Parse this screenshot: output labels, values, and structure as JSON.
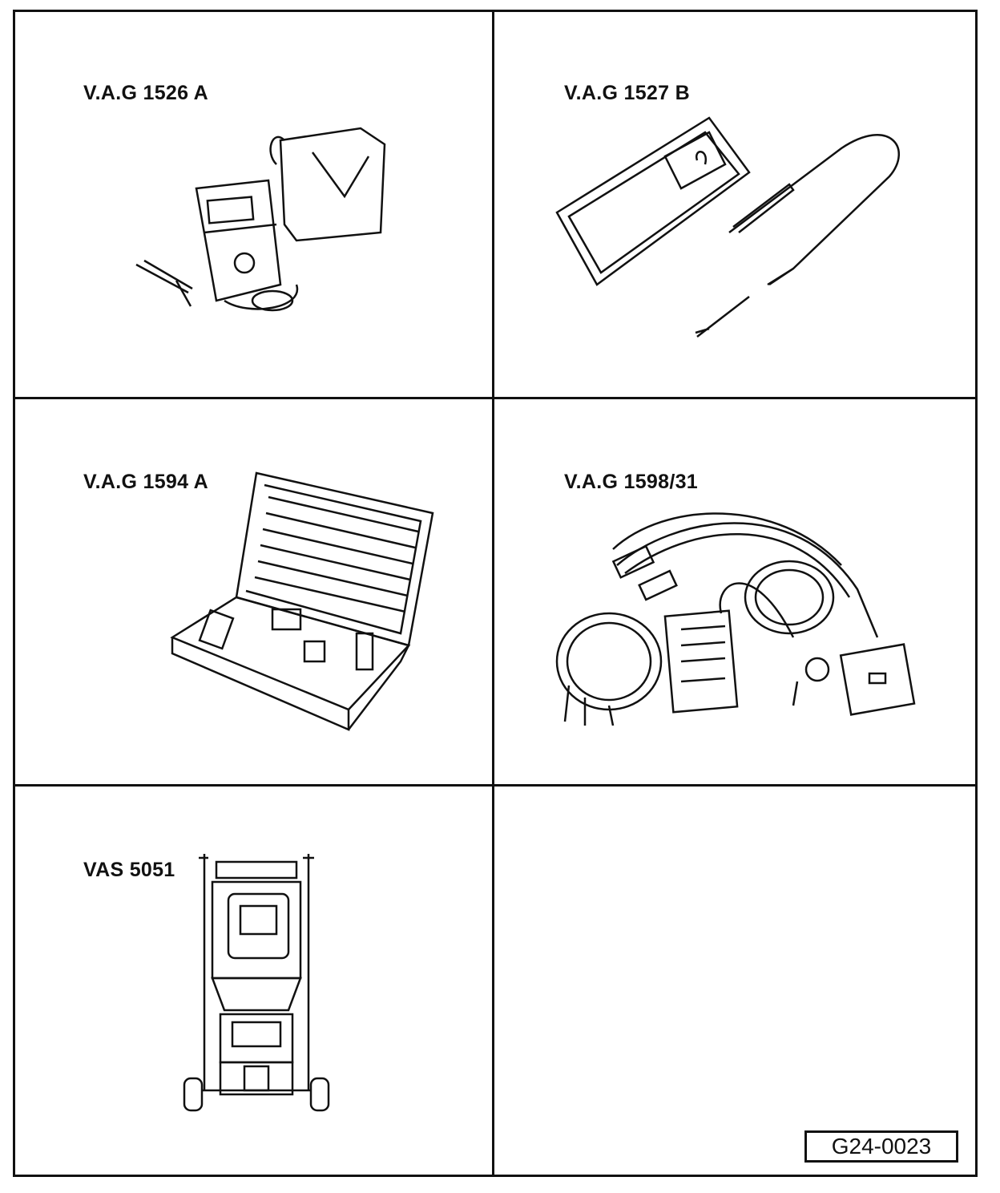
{
  "tools": [
    {
      "label": "V.A.G 1526 A",
      "icon": "multimeter-icon"
    },
    {
      "label": "V.A.G 1527 B",
      "icon": "voltage-tester-icon"
    },
    {
      "label": "V.A.G 1594 A",
      "icon": "adapter-case-icon"
    },
    {
      "label": "V.A.G 1598/31",
      "icon": "test-box-cable-icon"
    },
    {
      "label": "VAS 5051",
      "icon": "diagnostic-trolley-icon"
    }
  ],
  "figure_id": "G24-0023"
}
